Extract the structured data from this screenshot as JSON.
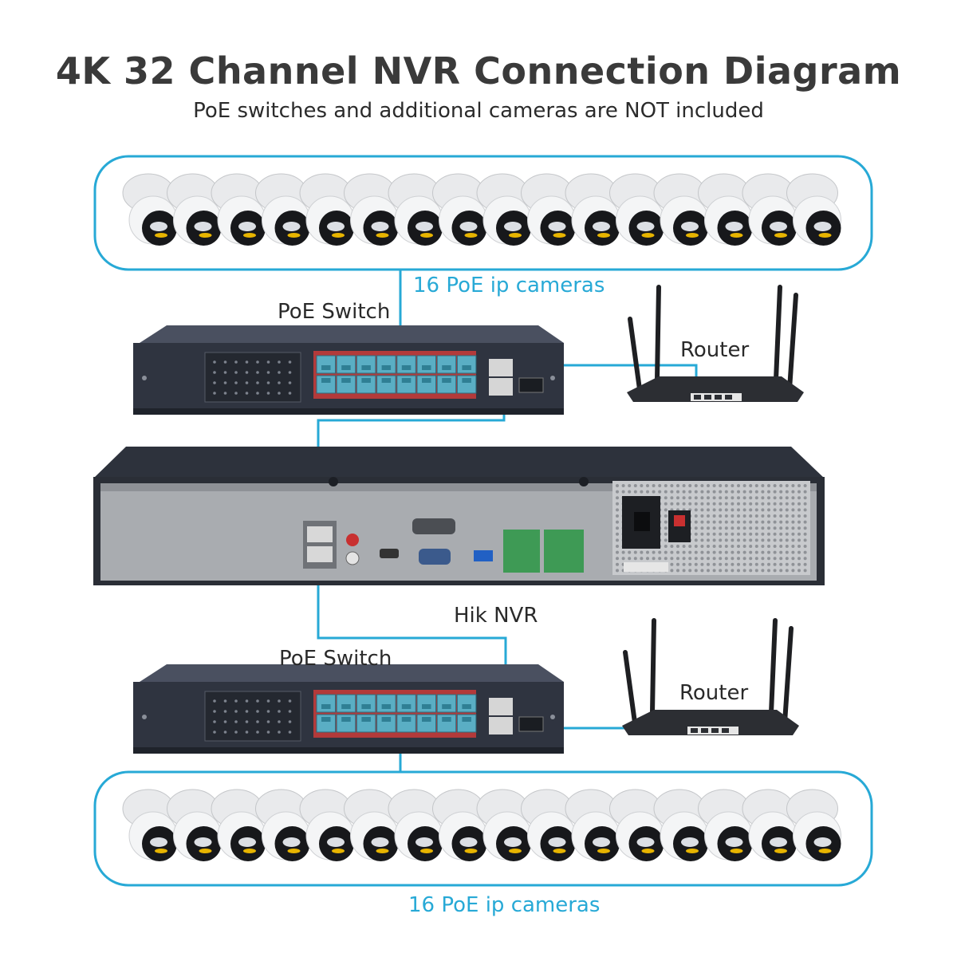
{
  "header": {
    "title": "4K 32 Channel NVR Connection Diagram",
    "subtitle": "PoE switches and additional cameras are NOT included"
  },
  "labels": {
    "cameras_top": "16 PoE ip cameras",
    "cameras_bottom": "16 PoE ip cameras",
    "switch_top": "PoE Switch",
    "switch_bottom": "PoE Switch",
    "router_top": "Router",
    "router_bottom": "Router",
    "nvr": "Hik NVR"
  },
  "camera_groups": [
    {
      "name": "top",
      "count": 16
    },
    {
      "name": "bottom",
      "count": 16
    }
  ],
  "colors": {
    "accent": "#27a9d6",
    "device_dark": "#2f3440",
    "nvr_panel": "#a9acb0",
    "port_teal": "#5aaec4"
  }
}
